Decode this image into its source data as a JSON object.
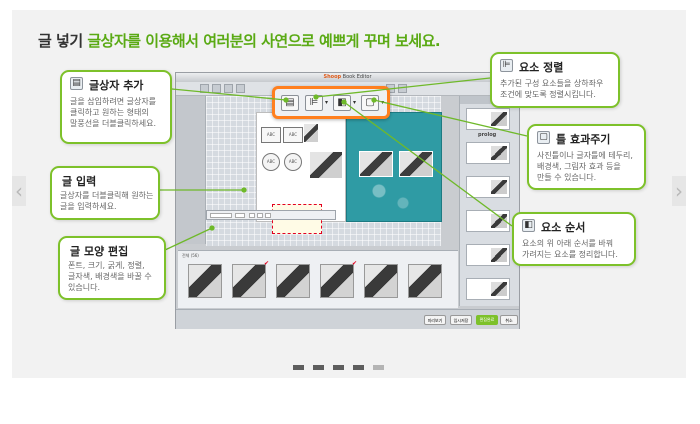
{
  "header": {
    "prefix": "글 넣기",
    "title": "글상자를 이용해서 여러분의 사연으로 예쁘게 꾸며 보세요."
  },
  "editor": {
    "window_title_brand": "Shoop",
    "window_title_rest": " Book Editor",
    "thumb_label": "prolog",
    "film_tabs": "전체 (56)",
    "buttons": [
      "미리보기",
      "임시저장",
      "편집완료",
      "취소"
    ]
  },
  "callouts": {
    "add_textbox": {
      "icon": "text-box-icon",
      "title": "글상자 추가",
      "body": [
        "글을 삽입하려면 글상자를",
        "클릭하고 원하는 형태의",
        "말풍선을 더블클릭하세요."
      ]
    },
    "text_input": {
      "title": "글 입력",
      "body": [
        "글상자를 더블클릭해 원하는",
        "글을 입력하세요."
      ]
    },
    "text_style": {
      "title": "글 모양 편집",
      "body": [
        "폰트, 크기, 굵게, 정렬,",
        "글자색, 배경색을 바꿀 수",
        "있습니다."
      ]
    },
    "align": {
      "icon": "align-icon",
      "title": "요소 정렬",
      "body": [
        "추가된 구성 요소들을 상하좌우",
        "조건에 맞도록 정렬시킵니다."
      ]
    },
    "frame_effect": {
      "icon": "frame-effect-icon",
      "title": "틀 효과주기",
      "body": [
        "사진틀이나 글자틀에 테두리,",
        "배경색, 그림자 효과 등을",
        "만들 수 있습니다."
      ]
    },
    "order": {
      "icon": "order-icon",
      "title": "요소 순서",
      "body": [
        "요소의 위 아래 순서를 바꿔",
        "가려지는 요소를 정리합니다."
      ]
    }
  },
  "colors": {
    "accent_green": "#5aaa14",
    "callout_border": "#7dc12a",
    "highlight_orange": "#ff7f1e",
    "page_teal": "#2f9ba4"
  },
  "pager": {
    "count": 5,
    "active_index": 4
  }
}
